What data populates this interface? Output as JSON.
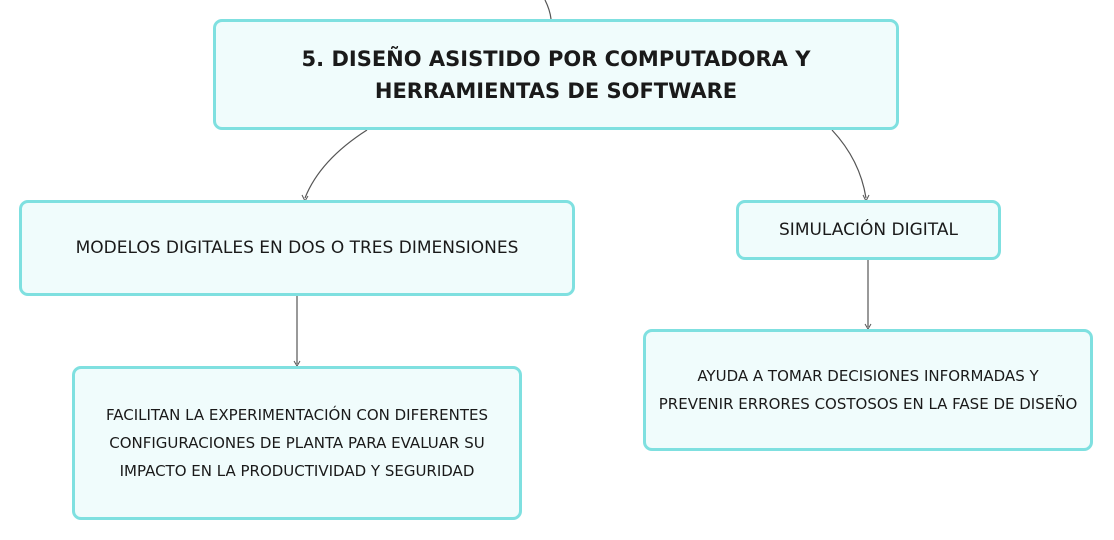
{
  "nodes": {
    "main": "5. DISEÑO ASISTIDO POR COMPUTADORA Y HERRAMIENTAS DE SOFTWARE",
    "modelos": "MODELOS DIGITALES EN DOS O TRES DIMENSIONES",
    "simulacion": "SIMULACIÓN DIGITAL",
    "facilitan": "FACILITAN LA EXPERIMENTACIÓN CON DIFERENTES CONFIGURACIONES DE PLANTA PARA EVALUAR SU IMPACTO EN LA PRODUCTIVIDAD Y SEGURIDAD",
    "ayuda": "AYUDA A TOMAR DECISIONES INFORMADAS Y PREVENIR ERRORES COSTOSOS EN LA FASE DE DISEÑO"
  },
  "colors": {
    "node_fill": "#f0fcfc",
    "node_border": "#7fe0e0",
    "connector": "#555555"
  }
}
